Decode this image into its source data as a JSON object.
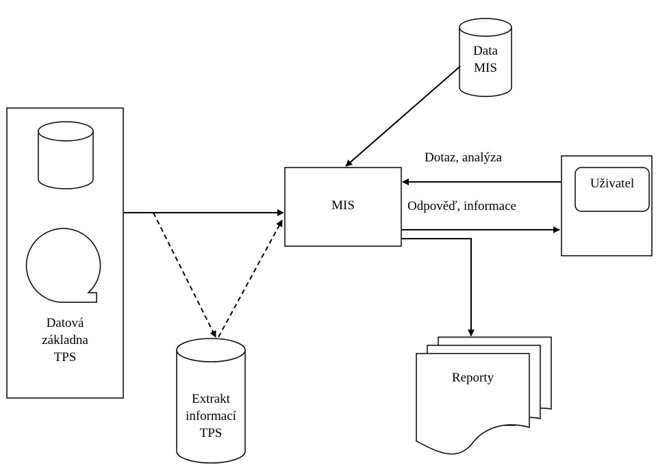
{
  "nodes": {
    "data_mis": {
      "lines": [
        "Data",
        "MIS"
      ]
    },
    "mis": {
      "label": "MIS"
    },
    "user": {
      "label": "Uživatel"
    },
    "tps_database": {
      "lines": [
        "Datová",
        "základna",
        "TPS"
      ]
    },
    "extract": {
      "lines": [
        "Extrakt",
        "informací",
        "TPS"
      ]
    },
    "reports": {
      "label": "Reporty"
    }
  },
  "edges": {
    "query": {
      "label": "Dotaz, analýza"
    },
    "response": {
      "label": "Odpověď, informace"
    }
  }
}
